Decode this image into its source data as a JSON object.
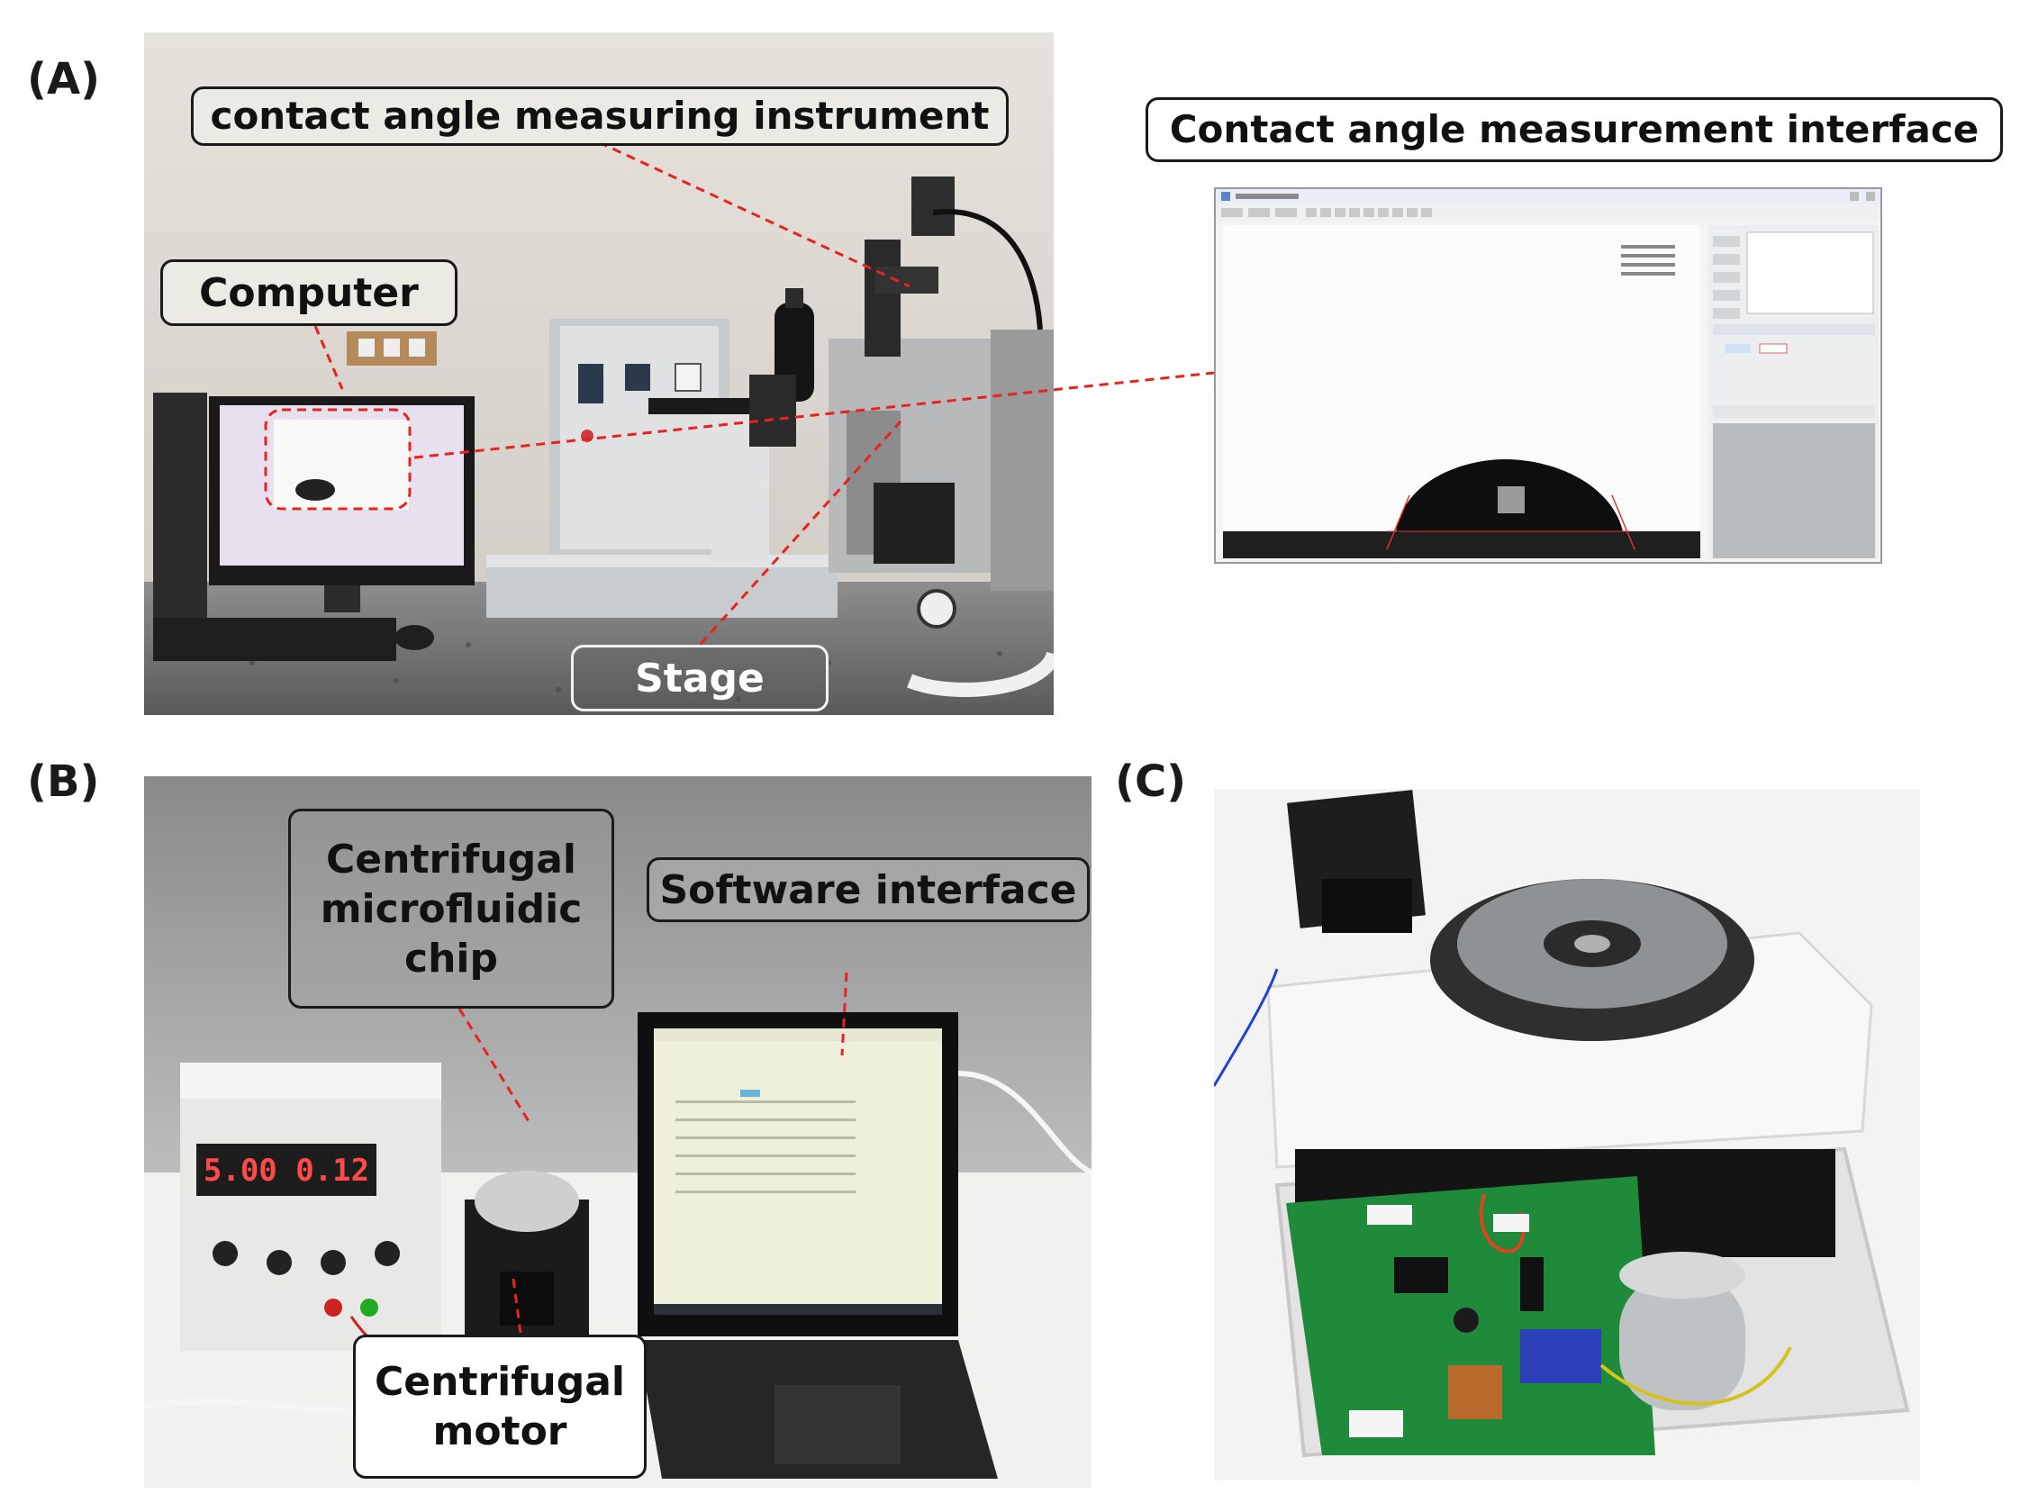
{
  "panels": {
    "a": {
      "letter": "(A)",
      "callouts": {
        "instrument": "contact angle measuring instrument",
        "computer": "Computer",
        "stage": "Stage",
        "interface": "Contact angle measurement interface"
      }
    },
    "b": {
      "letter": "(B)",
      "callouts": {
        "chip": "Centrifugal\nmicrofluidic\nchip",
        "software": "Software interface",
        "motor": "Centrifugal\nmotor"
      },
      "power_supply_display": "5.00 0.12"
    },
    "c": {
      "letter": "(C)"
    }
  },
  "colors": {
    "leader_line": "#e8231f",
    "callout_border": "#1a1a1a"
  }
}
